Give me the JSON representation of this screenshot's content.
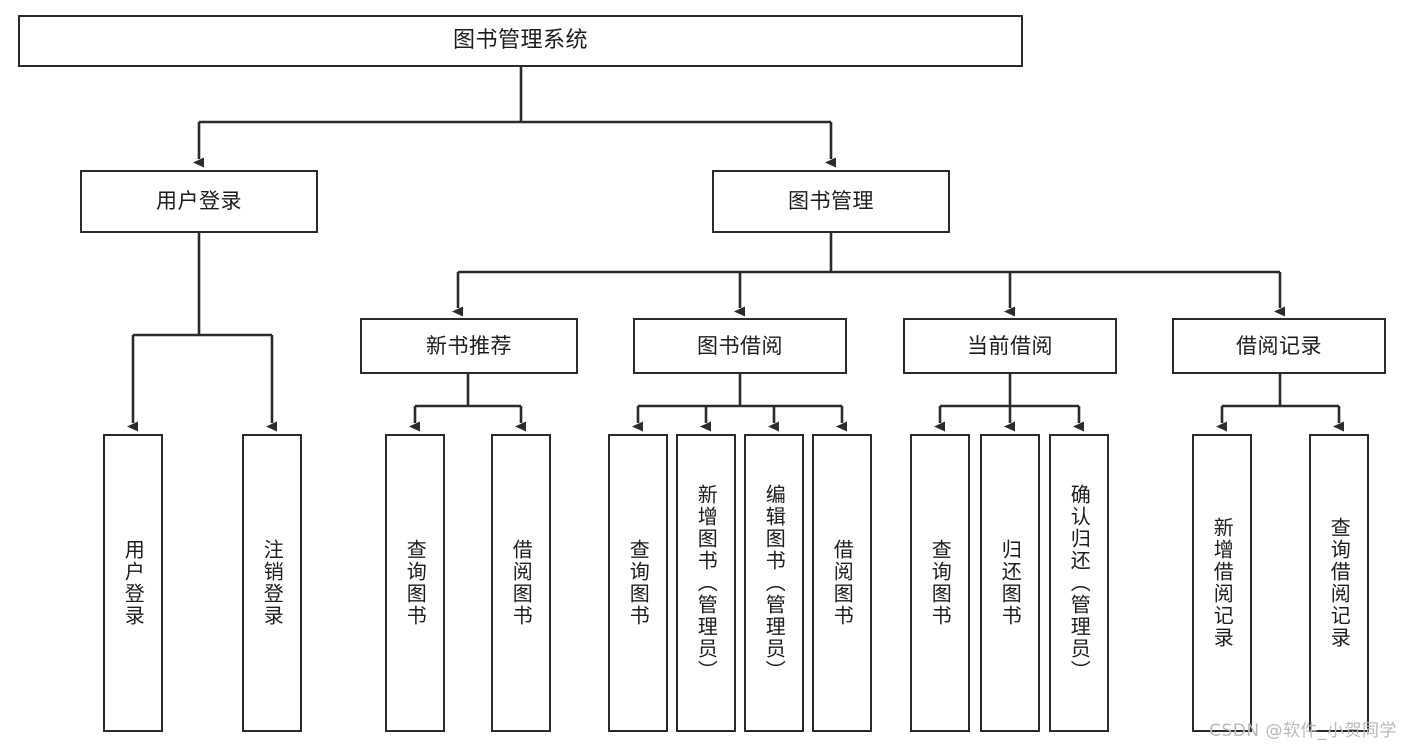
{
  "diagram": {
    "type": "tree",
    "title": "图书管理系统",
    "style": {
      "box_border_color": "#2b2b2b",
      "box_fill_color": "#ffffff",
      "edge_color": "#2b2b2b",
      "background_color": "#ffffff",
      "text_color": "#1c1c1c"
    },
    "nodes": {
      "root": {
        "label": "图书管理系统"
      },
      "level2": [
        {
          "id": "user-login",
          "label": "用户登录"
        },
        {
          "id": "book-manage",
          "label": "图书管理"
        }
      ],
      "level3": [
        {
          "id": "new-book-rec",
          "label": "新书推荐"
        },
        {
          "id": "book-borrow",
          "label": "图书借阅"
        },
        {
          "id": "current-borrow",
          "label": "当前借阅"
        },
        {
          "id": "borrow-record",
          "label": "借阅记录"
        }
      ],
      "leaves": {
        "user_login": [
          {
            "id": "leaf-user-login",
            "label": "用户登录"
          },
          {
            "id": "leaf-user-logout",
            "label": "注销登录"
          }
        ],
        "new_book_rec": [
          {
            "id": "leaf-query-book-1",
            "label": "查询图书"
          },
          {
            "id": "leaf-borrow-book-1",
            "label": "借阅图书"
          }
        ],
        "book_borrow": [
          {
            "id": "leaf-query-book-2",
            "label": "查询图书"
          },
          {
            "id": "leaf-add-book",
            "label": "新增图书（管理员）"
          },
          {
            "id": "leaf-edit-book",
            "label": "编辑图书（管理员）"
          },
          {
            "id": "leaf-borrow-book-2",
            "label": "借阅图书"
          }
        ],
        "current_borrow": [
          {
            "id": "leaf-query-book-3",
            "label": "查询图书"
          },
          {
            "id": "leaf-return-book",
            "label": "归还图书"
          },
          {
            "id": "leaf-confirm-return",
            "label": "确认归还（管理员）"
          }
        ],
        "borrow_record": [
          {
            "id": "leaf-add-record",
            "label": "新增借阅记录"
          },
          {
            "id": "leaf-query-record",
            "label": "查询借阅记录"
          }
        ]
      }
    }
  },
  "watermark": {
    "text": "CSDN @软件_小贺同学"
  }
}
